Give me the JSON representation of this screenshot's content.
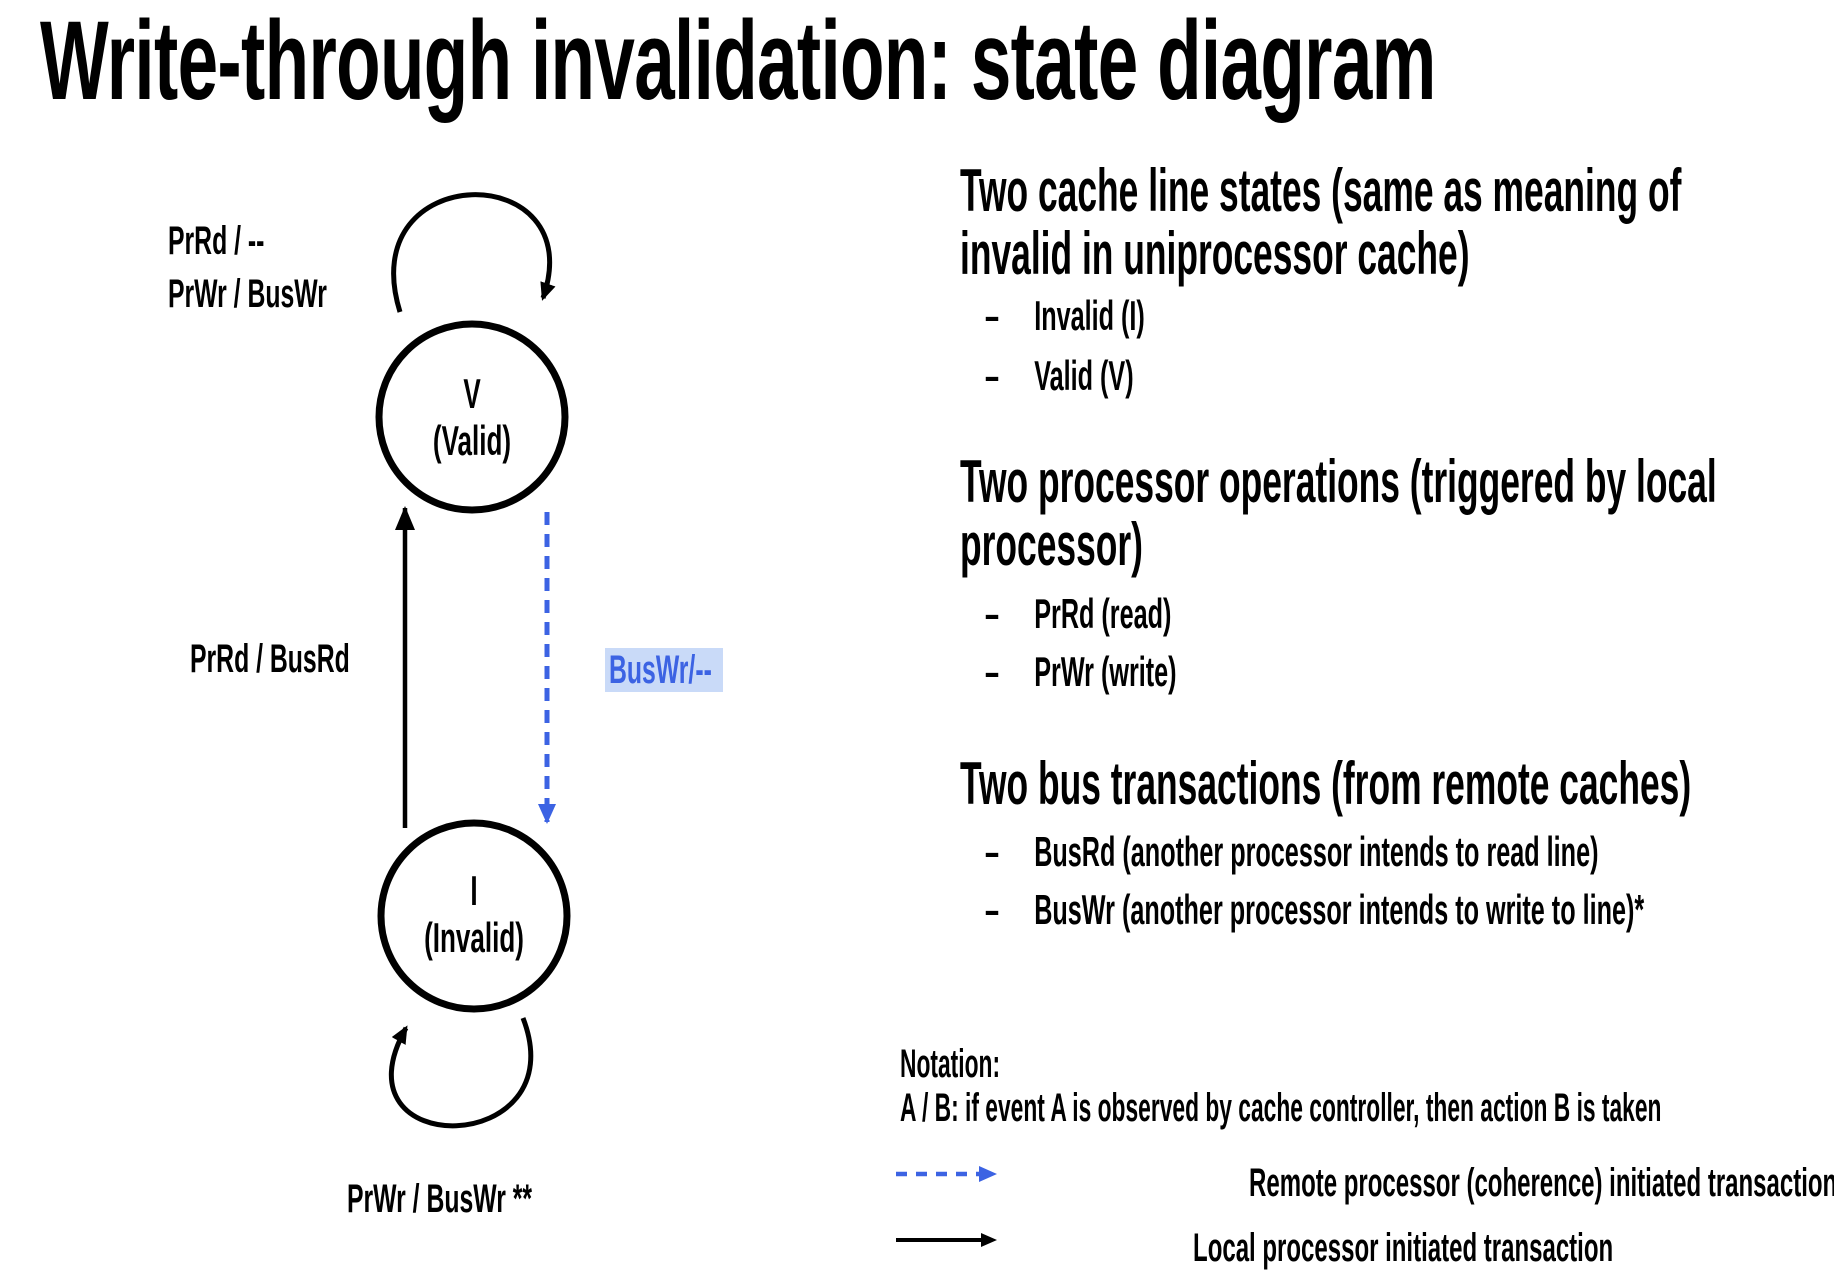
{
  "title": "Write-through invalidation: state diagram",
  "colors": {
    "accent_blue": "#3C63E3",
    "highlight_blue": "#C9DAF8",
    "text_black": "#000000",
    "background": "#FFFFFF"
  },
  "bullet_marker": "–",
  "diagram": {
    "states": [
      {
        "id": "V",
        "label": "V",
        "sublabel": "(Valid)"
      },
      {
        "id": "I",
        "label": "I",
        "sublabel": "(Invalid)"
      }
    ],
    "labels": {
      "v_self_loop_line1": "PrRd / --",
      "v_self_loop_line2": "PrWr / BusWr",
      "i_to_v": "PrRd / BusRd",
      "v_to_i": "BusWr/--",
      "i_self_loop": "PrWr / BusWr **"
    }
  },
  "sections": [
    {
      "heading_lines": [
        "Two cache line states (same as meaning of",
        "invalid in uniprocessor cache)"
      ],
      "bullets": [
        "Invalid (I)",
        "Valid (V)"
      ]
    },
    {
      "heading_lines": [
        "Two processor operations (triggered by local",
        "processor)"
      ],
      "bullets": [
        "PrRd (read)",
        "PrWr (write)"
      ]
    },
    {
      "heading_lines": [
        "Two bus transactions (from remote caches)"
      ],
      "bullets": [
        "BusRd (another processor intends to read line)",
        "BusWr (another processor intends to write to line)*"
      ]
    }
  ],
  "notation": {
    "heading": "Notation:",
    "description": "A / B: if event A is observed by cache controller, then action B is taken",
    "legend": [
      {
        "style": "dashed-blue-arrow",
        "label": "Remote processor (coherence) initiated transaction"
      },
      {
        "style": "solid-black-arrow",
        "label": "Local processor initiated transaction"
      }
    ]
  }
}
